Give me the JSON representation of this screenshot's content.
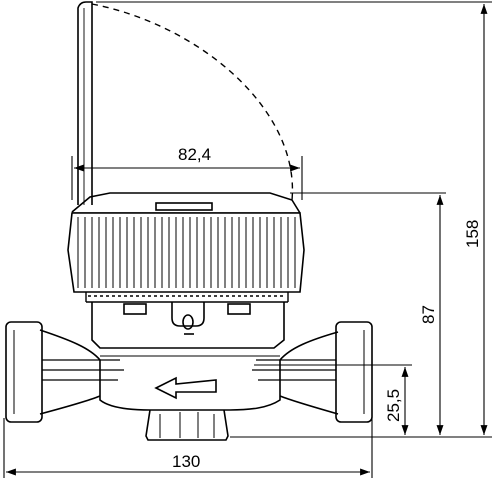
{
  "dimensions": {
    "cover_width": "82,4",
    "total_length": "130",
    "total_height": "158",
    "body_height": "87",
    "axis_height": "25,5"
  },
  "colors": {
    "line": "#000000",
    "background": "#ffffff"
  }
}
